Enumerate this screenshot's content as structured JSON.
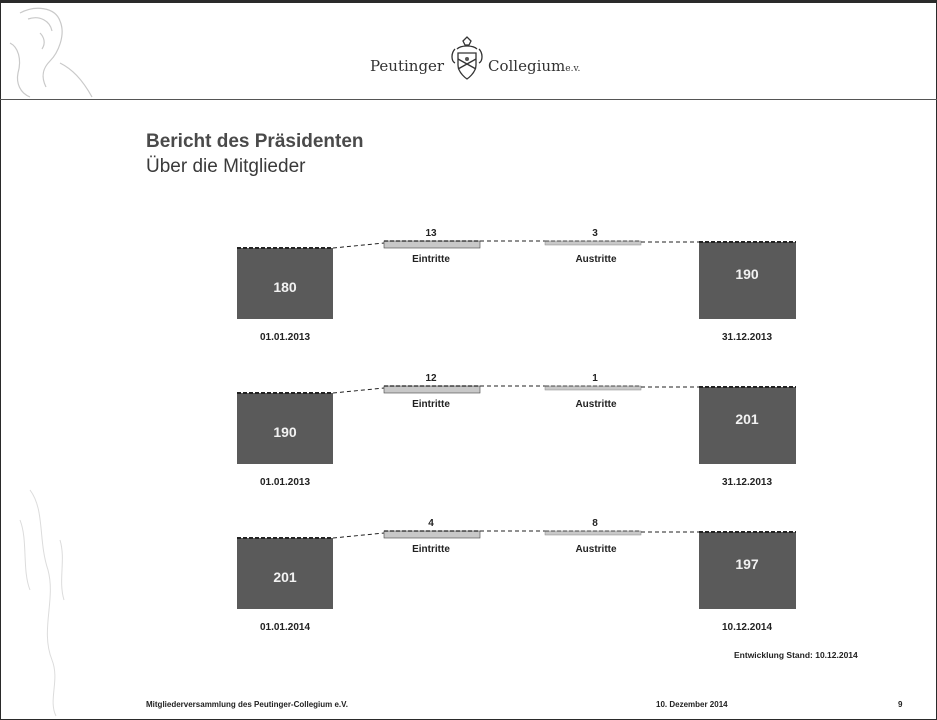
{
  "header": {
    "logo_left": "Peutinger",
    "logo_right": "Collegium",
    "logo_suffix": "e.v."
  },
  "title": {
    "line1": "Bericht des Präsidenten",
    "line2": "Über die Mitglieder"
  },
  "rows": [
    {
      "start_value": "180",
      "start_date": "01.01.2013",
      "eintritte": "13",
      "eintritte_label": "Eintritte",
      "austritte": "3",
      "austritte_label": "Austritte",
      "end_value": "190",
      "end_date": "31.12.2013"
    },
    {
      "start_value": "190",
      "start_date": "01.01.2013",
      "eintritte": "12",
      "eintritte_label": "Eintritte",
      "austritte": "1",
      "austritte_label": "Austritte",
      "end_value": "201",
      "end_date": "31.12.2013"
    },
    {
      "start_value": "201",
      "start_date": "01.01.2014",
      "eintritte": "4",
      "eintritte_label": "Eintritte",
      "austritte": "8",
      "austritte_label": "Austritte",
      "end_value": "197",
      "end_date": "10.12.2014"
    }
  ],
  "stand_note": "Entwicklung Stand: 10.12.2014",
  "footer": {
    "left": "Mitgliederversammlung des Peutinger-Collegium e.V.",
    "date": "10. Dezember 2014",
    "page": "9"
  },
  "colors": {
    "box_fill": "#5a5a5a",
    "box_text": "#f2f2f2",
    "bar_fill": "#c8c8c8",
    "frame": "#2a2a2a"
  }
}
